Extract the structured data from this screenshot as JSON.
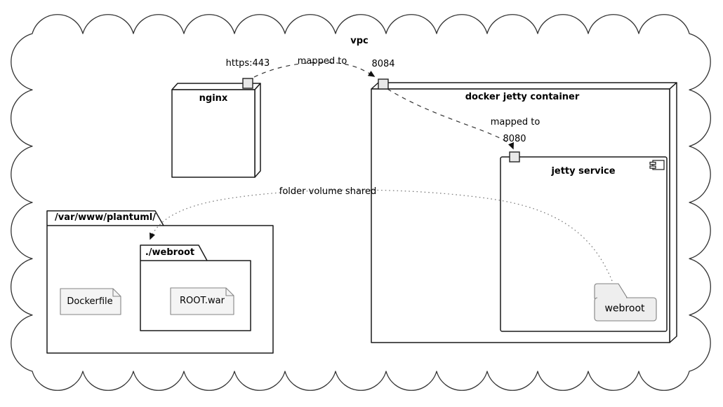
{
  "diagram": {
    "vpc_label": "vpc",
    "nodes": {
      "nginx": {
        "label": "nginx",
        "port_label": "https:443"
      },
      "docker_container": {
        "label": "docker jetty container",
        "port_label": "8084"
      },
      "jetty_service": {
        "label": "jetty service",
        "port_label": "8080",
        "webroot_artifact_label": "webroot"
      }
    },
    "folders": {
      "plantuml_dir": {
        "label": "/var/www/plantuml/"
      },
      "webroot_dir": {
        "label": "./webroot"
      }
    },
    "artifacts": {
      "dockerfile": {
        "label": "Dockerfile"
      },
      "rootwar": {
        "label": "ROOT.war"
      }
    },
    "edges": {
      "nginx_to_docker_label": "mapped to",
      "docker_to_jetty_label": "mapped to",
      "volume_share_label": "folder volume shared"
    },
    "colors": {
      "stroke": "#222222",
      "artifact_fill": "#f4f4f4",
      "gray_folder_fill": "#eeeeee",
      "port_fill": "#e8e8e8",
      "dotted_edge": "#777777"
    }
  }
}
